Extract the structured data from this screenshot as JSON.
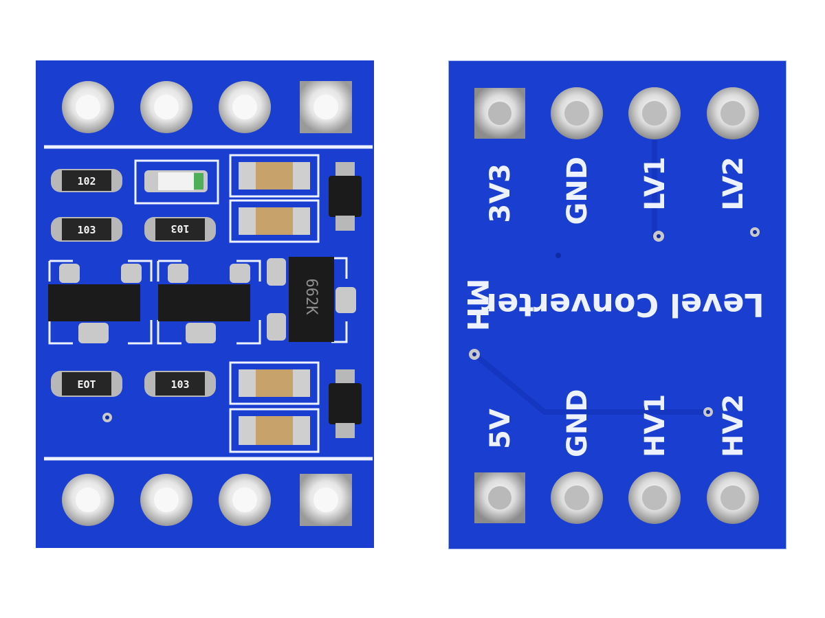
{
  "front": {
    "resistor_codes": [
      "102",
      "103",
      "103",
      "EOT",
      "103"
    ],
    "chip_code": "662K"
  },
  "back": {
    "brand": "MH",
    "title": "Level Converter",
    "top_pins": [
      "3V3",
      "GND",
      "LV1",
      "LV2"
    ],
    "bottom_pins": [
      "5V",
      "GND",
      "HV1",
      "HV2"
    ]
  },
  "colors": {
    "pcb_blue": "#1a3fd0",
    "pcb_blue_dark": "#0f2aa6",
    "silkscreen": "#eef2ff",
    "pad_silver": "#d9d9d9",
    "component_black": "#1b1b1b",
    "capacitor_tan": "#c7a36b"
  }
}
